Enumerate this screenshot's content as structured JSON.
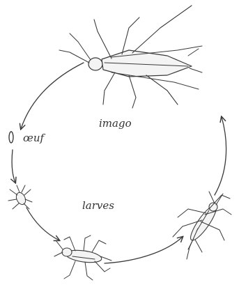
{
  "labels": {
    "imago": "imago",
    "egg": "œuf",
    "larvae": "larves"
  }
}
